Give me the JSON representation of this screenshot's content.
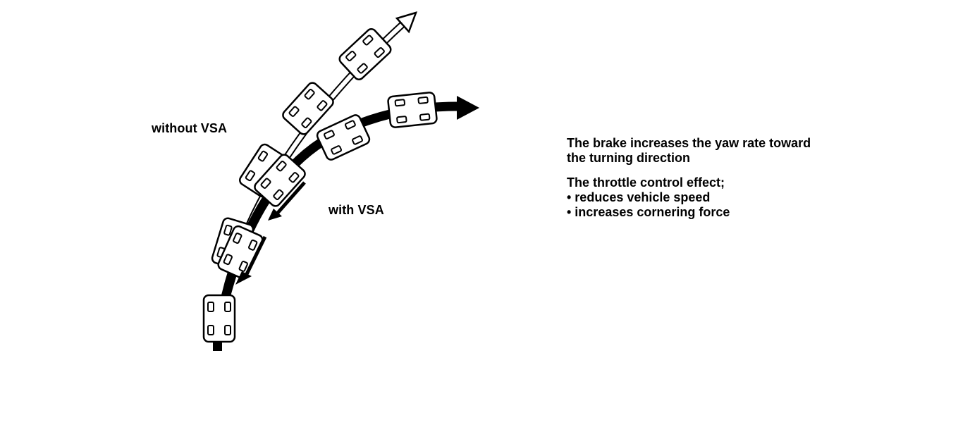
{
  "diagram": {
    "label_without": "without VSA",
    "label_with": "with VSA",
    "explanation": {
      "brake_line1": "The brake increases the yaw rate toward",
      "brake_line2": "the turning direction",
      "throttle_heading": "The throttle control effect;",
      "throttle_items": [
        "• reduces vehicle speed",
        "• increases cornering force"
      ]
    },
    "colors": {
      "path_with_vsa": "#000000",
      "path_without_vsa": "#ffffff",
      "outline": "#000000"
    }
  }
}
